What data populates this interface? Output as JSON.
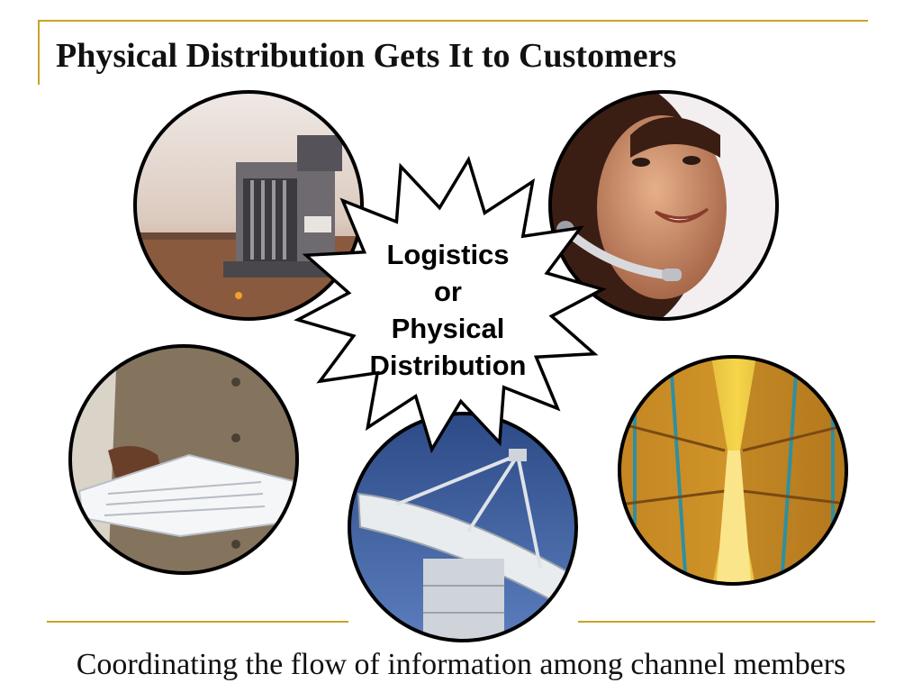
{
  "title": "Physical Distribution Gets It to Customers",
  "center_label": {
    "lines": [
      "Logistics",
      "or",
      "Physical",
      "Distribution"
    ]
  },
  "photos": [
    {
      "name": "truck-photo"
    },
    {
      "name": "headset-operator-photo"
    },
    {
      "name": "order-documents-photo"
    },
    {
      "name": "satellite-dish-photo"
    },
    {
      "name": "warehouse-photo"
    }
  ],
  "caption": "Coordinating the flow of information among channel members",
  "colors": {
    "accent_rule": "#c9a227",
    "circle_outline": "#000000",
    "starburst_fill": "#ffffff"
  }
}
